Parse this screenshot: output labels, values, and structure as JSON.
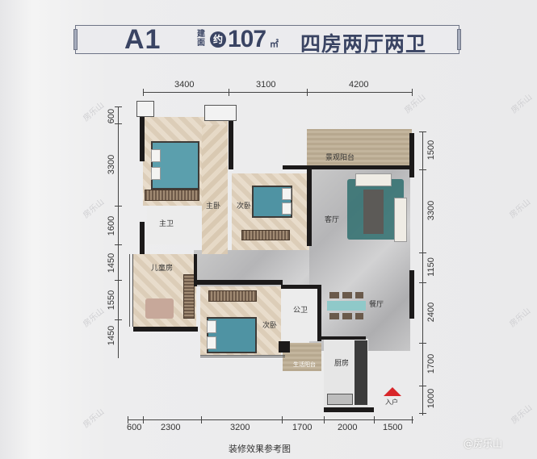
{
  "header": {
    "model": "A1",
    "area_label_top": "建",
    "area_label_bottom": "面",
    "approx": "约",
    "area_value": "107",
    "area_unit": "㎡",
    "layout": "四房两厅两卫"
  },
  "dimensions": {
    "top": [
      "3400",
      "3100",
      "4200"
    ],
    "left": [
      "600",
      "3300",
      "1600",
      "1450",
      "1550",
      "1450"
    ],
    "right": [
      "1500",
      "3300",
      "1150",
      "2400",
      "1700",
      "1000"
    ],
    "bottom": [
      "600",
      "2300",
      "3200",
      "1700",
      "2000",
      "1500"
    ]
  },
  "rooms": {
    "master_bedroom": "主卧",
    "master_bath": "主卫",
    "second_bedroom_top": "次卧",
    "landscape_balcony": "景观阳台",
    "living_room": "客厅",
    "kids_room": "儿童房",
    "second_bedroom_bottom": "次卧",
    "public_bath": "公卫",
    "dining_room": "餐厅",
    "kitchen": "厨房",
    "service_balcony": "生活阳台",
    "entrance": "入户"
  },
  "caption": "装修效果参考图",
  "watermark": "房乐山",
  "credit": "@房乐山",
  "colors": {
    "brand": "#3a4463",
    "entrance_marker": "#d8262a",
    "bed_teal": "#4f93a3"
  }
}
